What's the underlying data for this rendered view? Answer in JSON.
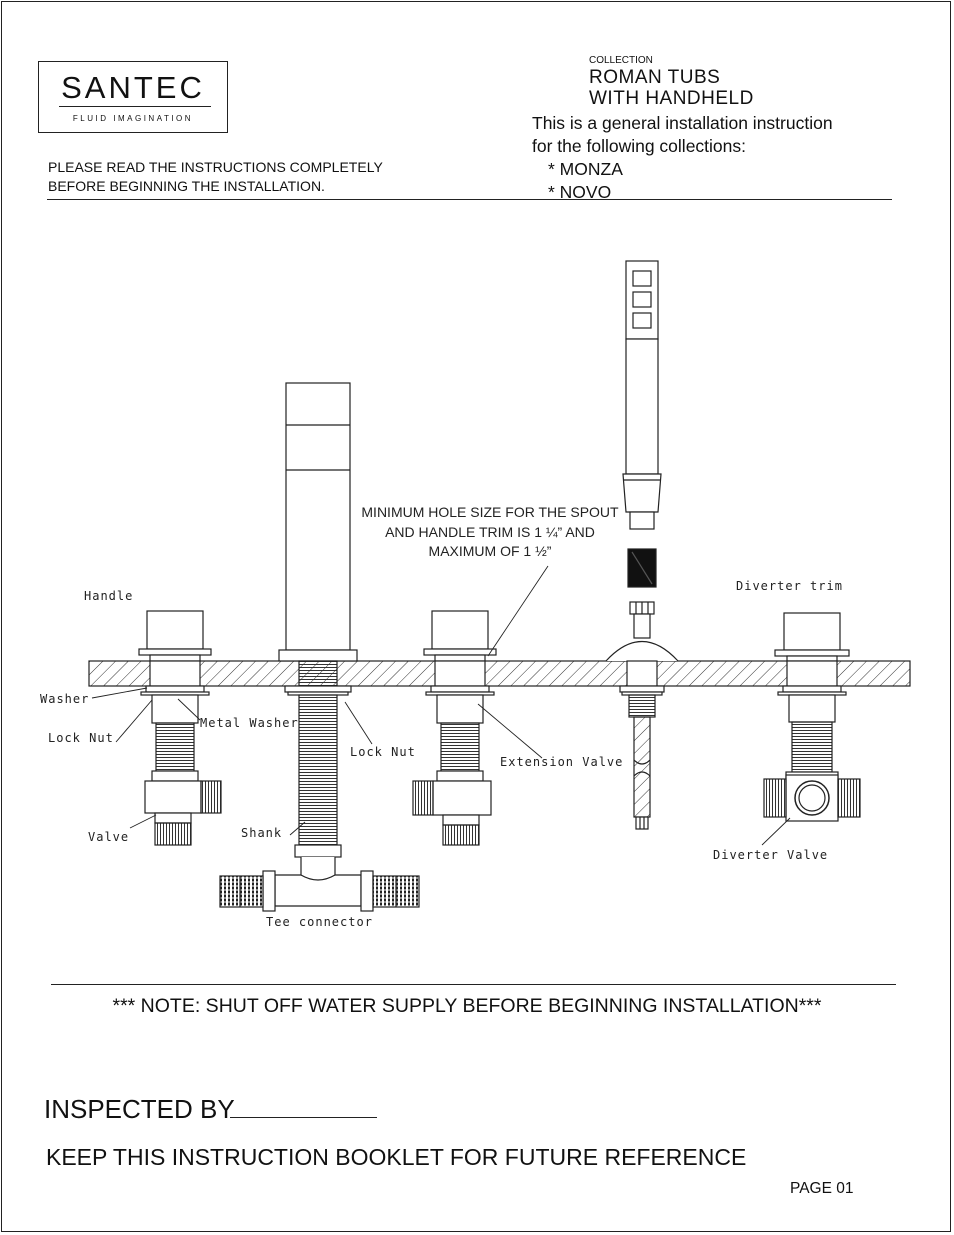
{
  "brand": {
    "name": "SANTEC",
    "tagline": "FLUID IMAGINATION"
  },
  "collection": {
    "label": "COLLECTION",
    "title_line1": "ROMAN TUBS",
    "title_line2": "WITH HANDHELD"
  },
  "intro": {
    "line1": "This is a general installation instruction",
    "line2": "for the following collections:",
    "items": [
      "*  MONZA",
      "*  NOVO"
    ]
  },
  "warning": {
    "line1": "PLEASE READ THE INSTRUCTIONS COMPLETELY",
    "line2": "BEFORE BEGINNING THE INSTALLATION."
  },
  "diagram": {
    "hole_note": {
      "line1": "MINIMUM HOLE SIZE FOR THE SPOUT",
      "line2": "AND HANDLE TRIM IS  1 ¼” AND",
      "line3": "MAXIMUM OF 1 ½”"
    },
    "labels": {
      "handle": "Handle",
      "washer": "Washer",
      "lock_nut_left": "Lock Nut",
      "metal_washer": "Metal Washer",
      "lock_nut_mid": "Lock Nut",
      "extension_valve": "Extension Valve",
      "valve": "Valve",
      "shank": "Shank",
      "tee_connector": "Tee connector",
      "diverter_trim": "Diverter trim",
      "diverter_valve": "Diverter Valve"
    }
  },
  "note": "*** NOTE: SHUT OFF WATER SUPPLY BEFORE BEGINNING INSTALLATION***",
  "inspected_by": "INSPECTED BY",
  "keep_booklet": "KEEP THIS INSTRUCTION BOOKLET FOR FUTURE REFERENCE",
  "page_number": "PAGE  01"
}
